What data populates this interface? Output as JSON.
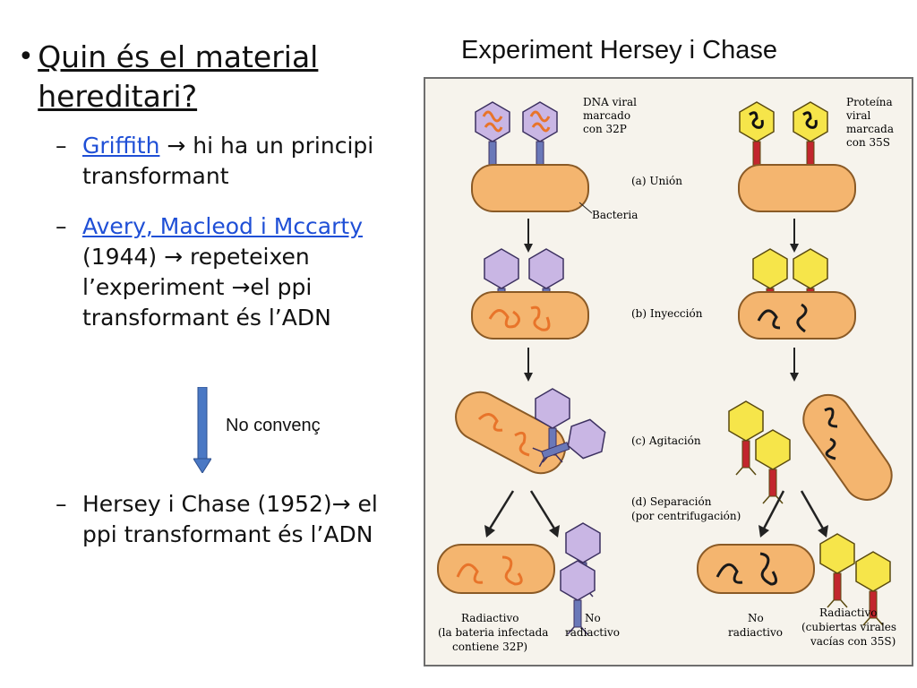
{
  "slide": {
    "main_bullet": "Quin és el material hereditari?",
    "sub_bullets": [
      {
        "link": "Griffith",
        "text": " hi ha un principi transformant"
      },
      {
        "link": "Avery, Macleod i Mccarty ",
        "text": "(1944) ",
        "text2": "repeteixen l’experiment ",
        "text3": "el ppi transformant és l’ADN"
      },
      {
        "text": "Hersey i Chase (1952)",
        "text2": " el ppi transformant és l’ADN"
      }
    ],
    "annotation": "No convenç"
  },
  "figure": {
    "title": "Experiment Hersey i Chase",
    "labels": {
      "dna_label_1": "DNA viral",
      "dna_label_2": "marcado",
      "dna_label_3": "con 32P",
      "protein_label_1": "Proteína",
      "protein_label_2": "viral",
      "protein_label_3": "marcada",
      "protein_label_4": "con 35S",
      "bacteria": "Bacteria",
      "step_a": "(a) Unión",
      "step_b": "(b) Inyección",
      "step_c": "(c) Agitación",
      "step_d_1": "(d) Separación",
      "step_d_2": "(por centrifugación)",
      "result_left_1": "Radiactivo",
      "result_left_2": "(la bateria infectada",
      "result_left_3": "contiene 32P)",
      "result_no_1": "No",
      "result_no_2": "radiactivo",
      "result_no_3": "No",
      "result_no_4": "radiactivo",
      "result_right_1": "Radiactivo",
      "result_right_2": "(cubiertas virales",
      "result_right_3": "vacías con 35S)"
    },
    "colors": {
      "bacteria_fill": "#f4b56f",
      "bacteria_stroke": "#8a5a26",
      "phage_lilac": "#c9b6e4",
      "phage_yellow": "#f6e54a",
      "dna_orange": "#e8742a",
      "dna_black": "#1a1a1a",
      "tail_red": "#c2262e",
      "tail_blue": "#6a78b8"
    }
  }
}
